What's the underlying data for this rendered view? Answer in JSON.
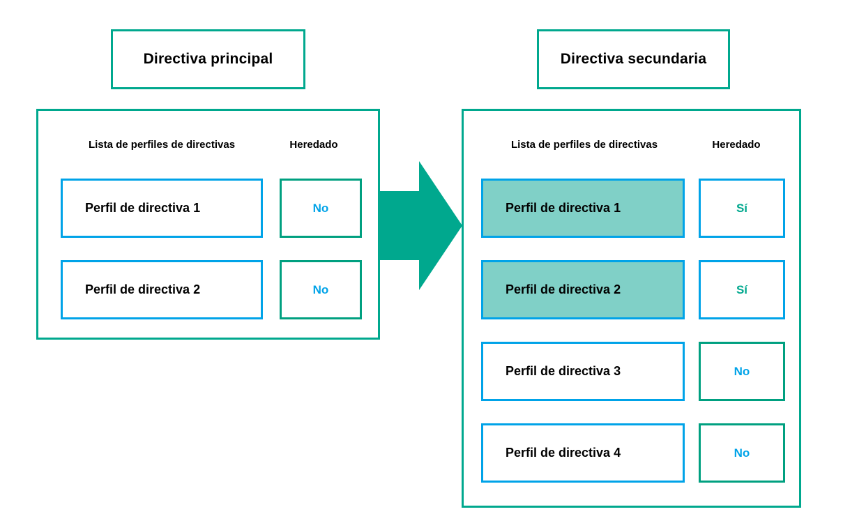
{
  "colors": {
    "green": "#00a88e",
    "green_border": "#00a080",
    "blue": "#00a3e8",
    "highlight_fill": "#80d0c7",
    "arrow": "#00a88e",
    "text": "#000000",
    "background": "#ffffff"
  },
  "primary": {
    "title": "Directiva principal",
    "columns": {
      "profiles": "Lista de perfiles de directivas",
      "inherited": "Heredado"
    },
    "rows": [
      {
        "profile": "Perfil de directiva 1",
        "inherited": "No",
        "highlighted": false
      },
      {
        "profile": "Perfil de directiva 2",
        "inherited": "No",
        "highlighted": false
      }
    ]
  },
  "secondary": {
    "title": "Directiva secundaria",
    "columns": {
      "profiles": "Lista de perfiles de directivas",
      "inherited": "Heredado"
    },
    "rows": [
      {
        "profile": "Perfil de directiva 1",
        "inherited": "Sí",
        "highlighted": true
      },
      {
        "profile": "Perfil de directiva 2",
        "inherited": "Sí",
        "highlighted": true
      },
      {
        "profile": "Perfil de directiva 3",
        "inherited": "No",
        "highlighted": false
      },
      {
        "profile": "Perfil de directiva 4",
        "inherited": "No",
        "highlighted": false
      }
    ]
  },
  "arrow": {
    "icon": "arrow-right-icon",
    "direction": "right"
  }
}
